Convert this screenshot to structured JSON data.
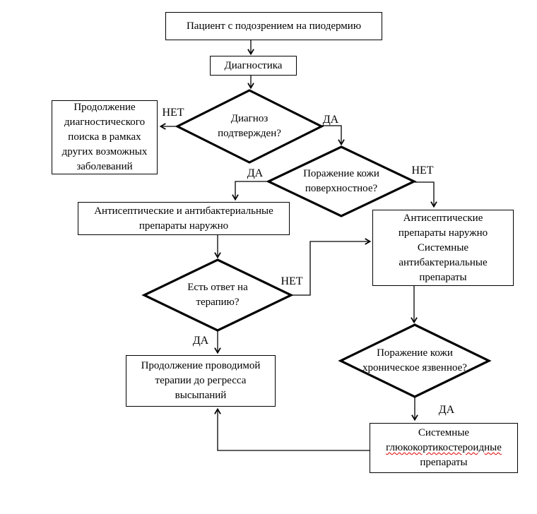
{
  "labels": {
    "yes": "ДА",
    "no": "НЕТ"
  },
  "colors": {
    "stroke": "#000000",
    "bg": "#ffffff",
    "text": "#000000",
    "squiggle": "#dd0000"
  },
  "nodes": {
    "patient": {
      "text": "Пациент с подозрением на пиодермию"
    },
    "diagnostics": {
      "text": "Диагностика"
    },
    "continue_search": {
      "lines": [
        "Продолжение",
        "диагностического",
        "поиска в рамках",
        "других возможных",
        "заболеваний"
      ]
    },
    "diagnosis_confirmed": {
      "lines": [
        "Диагноз",
        "подтвержден?"
      ]
    },
    "skin_superficial": {
      "lines": [
        "Поражение кожи",
        "поверхностное?"
      ]
    },
    "topical_therapy": {
      "lines": [
        "Антисептические и антибактериальные",
        "препараты наружно"
      ]
    },
    "systemic_therapy": {
      "lines": [
        "Антисептические",
        "препараты наружно",
        "Системные",
        "антибактериальные",
        "препараты"
      ]
    },
    "therapy_response": {
      "lines": [
        "Есть ответ на",
        "терапию?"
      ]
    },
    "continue_therapy": {
      "lines": [
        "Продолжение проводимой",
        "терапии до регресса",
        "высыпаний"
      ]
    },
    "chronic_ulcerative": {
      "lines": [
        "Поражение кожи",
        "хроническое язвенное?"
      ]
    },
    "systemic_gcs": {
      "lines": [
        "Системные",
        "глюкокортикостероидные",
        "препараты"
      ]
    }
  },
  "edges": [
    {
      "from": "patient",
      "to": "diagnostics",
      "label": ""
    },
    {
      "from": "diagnostics",
      "to": "diagnosis_confirmed",
      "label": ""
    },
    {
      "from": "diagnosis_confirmed",
      "to": "continue_search",
      "label": "НЕТ"
    },
    {
      "from": "diagnosis_confirmed",
      "to": "skin_superficial",
      "label": "ДА"
    },
    {
      "from": "skin_superficial",
      "to": "topical_therapy",
      "label": "ДА"
    },
    {
      "from": "skin_superficial",
      "to": "systemic_therapy",
      "label": "НЕТ"
    },
    {
      "from": "topical_therapy",
      "to": "therapy_response",
      "label": ""
    },
    {
      "from": "therapy_response",
      "to": "systemic_therapy",
      "label": "НЕТ"
    },
    {
      "from": "therapy_response",
      "to": "continue_therapy",
      "label": "ДА"
    },
    {
      "from": "systemic_therapy",
      "to": "chronic_ulcerative",
      "label": ""
    },
    {
      "from": "chronic_ulcerative",
      "to": "systemic_gcs",
      "label": "ДА"
    },
    {
      "from": "systemic_gcs",
      "to": "continue_therapy",
      "label": ""
    }
  ]
}
